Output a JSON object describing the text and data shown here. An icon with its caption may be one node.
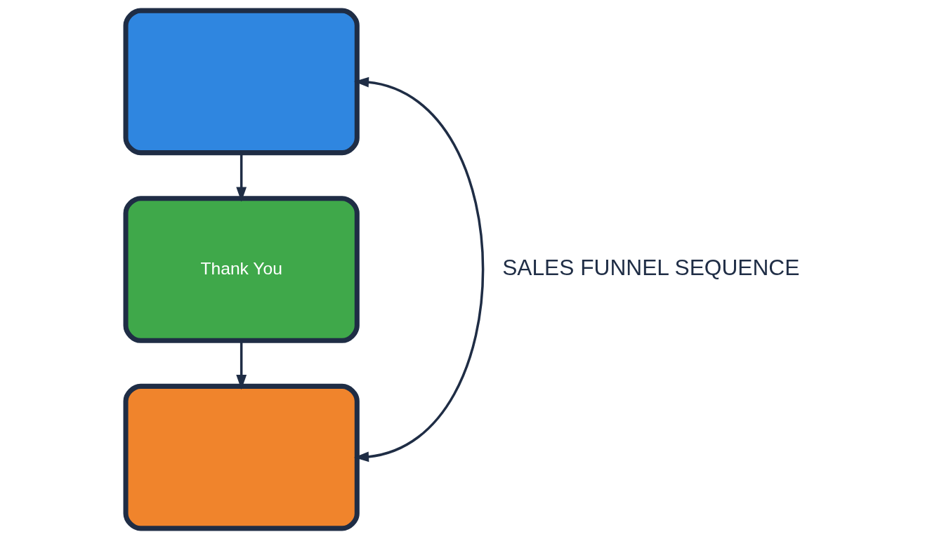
{
  "diagram": {
    "nodes": [
      {
        "text": [],
        "shape": "box"
      },
      {
        "text": [
          "Thank You"
        ]
      },
      {
        "text": [],
        "shape": "box"
      }
    ],
    "edges": [
      {
        "from": 0,
        "to": 1,
        "arrow": "to"
      },
      {
        "from": 1,
        "to": 2,
        "arrow": "to"
      },
      {
        "from": 0,
        "to": 2,
        "arrow": "both",
        "label": "SALES FUNNEL SEQUENCE"
      }
    ]
  }
}
